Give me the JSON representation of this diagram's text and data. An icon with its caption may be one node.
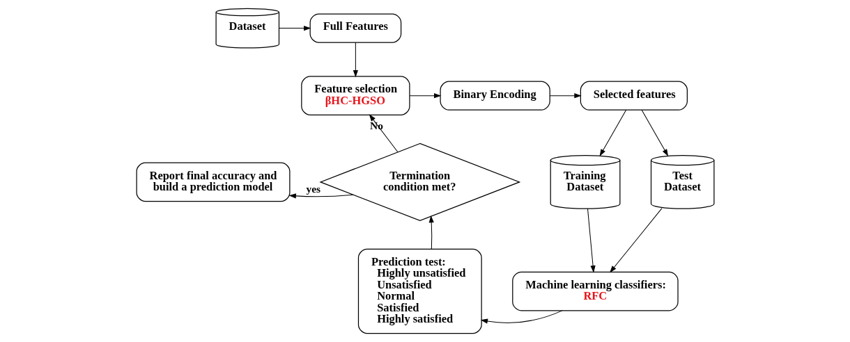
{
  "diagram": {
    "nodes": [
      {
        "text": [
          "Dataset"
        ]
      },
      {
        "text": [
          "Full Features"
        ]
      },
      {
        "text": [
          "Feature selection",
          "βHC-HGSO"
        ]
      },
      {
        "text": [
          "Binary Encoding"
        ]
      },
      {
        "text": [
          "Selected features"
        ]
      },
      {
        "text": [
          "Training Dataset"
        ]
      },
      {
        "text": [
          "Test Dataset"
        ]
      },
      {
        "text": [
          "Report final accuracy and build a prediction model"
        ]
      },
      {
        "text": [
          "Termination condition met?"
        ]
      },
      {
        "text": [
          "Prediction test:",
          "Highly unsatisfied",
          "Unsatisfied",
          "Normal",
          "Satisfied",
          "Highly satisfied"
        ]
      },
      {
        "text": [
          "Machine learning classifiers:",
          "RFC"
        ]
      }
    ],
    "edges": [
      {
        "from": 0,
        "to": 1,
        "arrow": "to"
      },
      {
        "from": 1,
        "to": 2,
        "arrow": "to"
      },
      {
        "from": 2,
        "to": 3,
        "arrow": "to"
      },
      {
        "from": 3,
        "to": 4,
        "arrow": "to"
      },
      {
        "from": 4,
        "to": 5,
        "arrow": "to"
      },
      {
        "from": 4,
        "to": 6,
        "arrow": "to"
      },
      {
        "from": 5,
        "to": 10,
        "arrow": "to"
      },
      {
        "from": 6,
        "to": 10,
        "arrow": "to"
      },
      {
        "from": 10,
        "to": 9,
        "arrow": "to"
      },
      {
        "from": 9,
        "to": 8,
        "arrow": "to"
      },
      {
        "from": 8,
        "to": 2,
        "arrow": "to",
        "label": "No"
      },
      {
        "from": 8,
        "to": 7,
        "arrow": "to",
        "label": "yes"
      }
    ]
  }
}
